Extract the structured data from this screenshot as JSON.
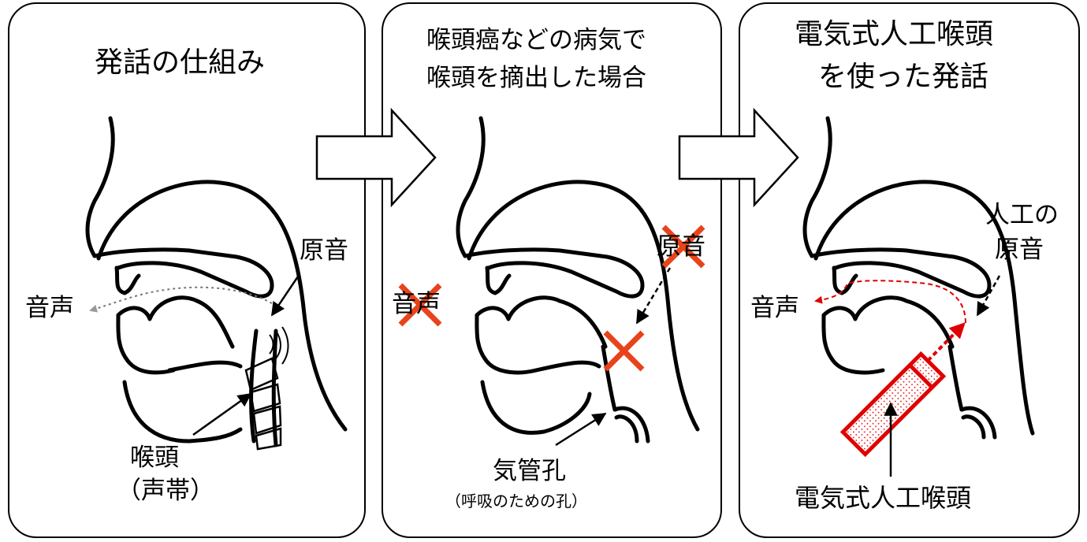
{
  "panel1": {
    "title": "発話の仕組み",
    "original_sound": "原音",
    "voice": "音声",
    "larynx": "喉頭",
    "vocal_cords": "（声帯）"
  },
  "panel2": {
    "title_line1": "喉頭癌などの病気で",
    "title_line2": "喉頭を摘出した場合",
    "original_sound": "原音",
    "voice": "音声",
    "tracheostoma": "気管孔",
    "tracheostoma_note": "（呼吸のための孔）"
  },
  "panel3": {
    "title_line1": "電気式人工喉頭",
    "title_line2": "を使った発話",
    "artificial_sound_line1": "人工の",
    "artificial_sound_line2": "原音",
    "voice": "音声",
    "device": "電気式人工喉頭"
  },
  "colors": {
    "cross": "#E8431A",
    "device": "#E00000",
    "sound_flow_gray": "#999999"
  }
}
